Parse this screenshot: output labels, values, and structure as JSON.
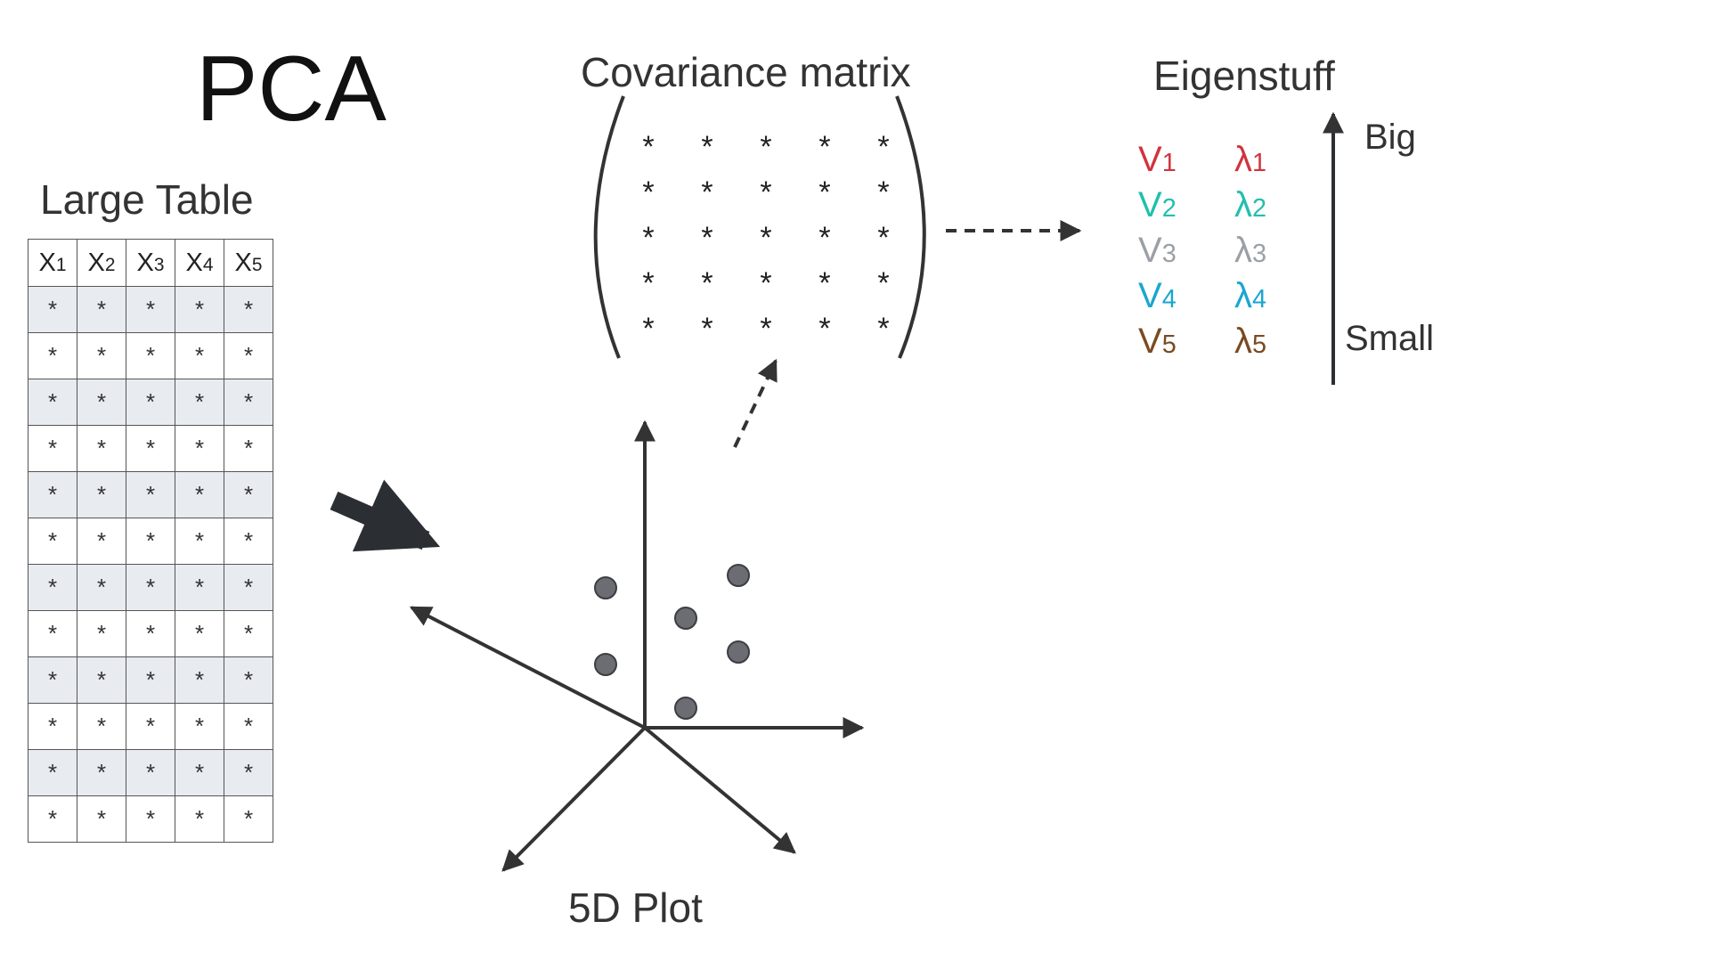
{
  "title": "PCA",
  "large_table": {
    "title": "Large Table",
    "columns": [
      {
        "base": "X",
        "sub": "1"
      },
      {
        "base": "X",
        "sub": "2"
      },
      {
        "base": "X",
        "sub": "3"
      },
      {
        "base": "X",
        "sub": "4"
      },
      {
        "base": "X",
        "sub": "5"
      }
    ],
    "rows": 12,
    "cell": "*"
  },
  "covariance": {
    "title": "Covariance matrix",
    "size": 5,
    "cell": "*"
  },
  "eigen": {
    "title": "Eigenstuff",
    "items": [
      {
        "vec": "V",
        "val": "λ",
        "sub": "1",
        "color": "#d0343c"
      },
      {
        "vec": "V",
        "val": "λ",
        "sub": "2",
        "color": "#22bfae"
      },
      {
        "vec": "V",
        "val": "λ",
        "sub": "3",
        "color": "#9aa0a6"
      },
      {
        "vec": "V",
        "val": "λ",
        "sub": "4",
        "color": "#1aa6cf"
      },
      {
        "vec": "V",
        "val": "λ",
        "sub": "5",
        "color": "#7a4a22"
      }
    ],
    "big_label": "Big",
    "small_label": "Small"
  },
  "plot": {
    "title": "5D Plot",
    "point_count": 6
  },
  "colors": {
    "table_stripe": "#e8ecf1",
    "ink": "#333333",
    "point_fill": "#6b6d72"
  }
}
